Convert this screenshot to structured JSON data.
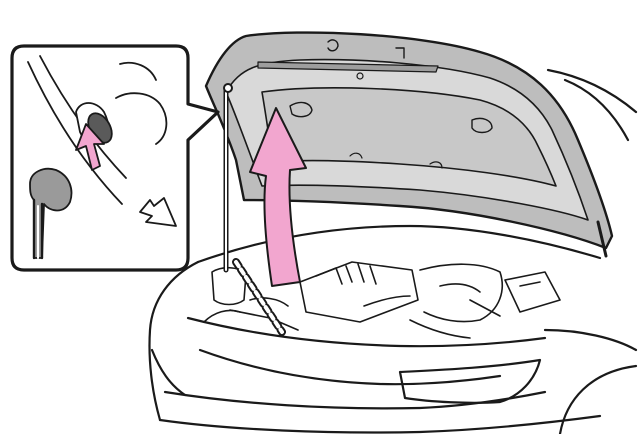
{
  "figure": {
    "subject": "",
    "colors": {
      "line": "#1a1a1a",
      "hood_fill": "#bdbdbd",
      "hood_inner": "#d9d9d9",
      "arrow_fill": "#f2a6cf",
      "arrow_stroke": "#1a1a1a",
      "background": "#ffffff"
    },
    "icons": [
      "hood-support-rod",
      "lift-direction-arrow",
      "rod-retainer-clip-inset"
    ]
  }
}
